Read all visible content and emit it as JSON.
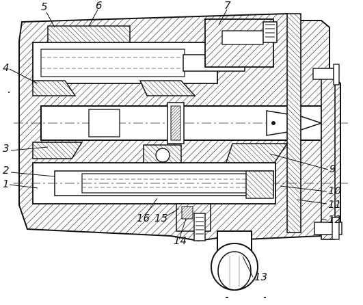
{
  "callouts": [
    {
      "key": "c1",
      "text": "1"
    },
    {
      "key": "c2",
      "text": "2"
    },
    {
      "key": "c3",
      "text": "3"
    },
    {
      "key": "c4",
      "text": "4"
    },
    {
      "key": "c5",
      "text": "5"
    },
    {
      "key": "c6",
      "text": "6"
    },
    {
      "key": "c7",
      "text": "7"
    },
    {
      "key": "c9",
      "text": "9"
    },
    {
      "key": "c10",
      "text": "10"
    },
    {
      "key": "c11",
      "text": "11"
    },
    {
      "key": "c12",
      "text": "12"
    },
    {
      "key": "c13",
      "text": "13"
    },
    {
      "key": "c14",
      "text": "14"
    },
    {
      "key": "c15",
      "text": "15"
    },
    {
      "key": "c16",
      "text": "16"
    }
  ]
}
